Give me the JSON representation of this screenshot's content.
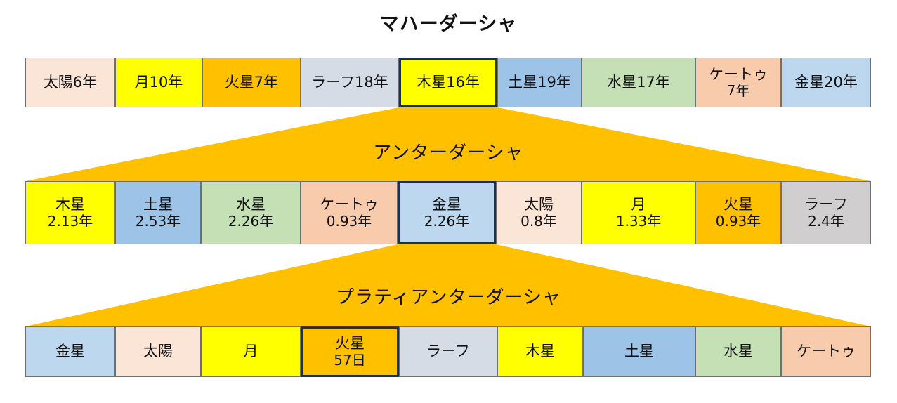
{
  "titles": {
    "mahadasha": "マハーダーシャ",
    "antardasha": "アンターダーシャ",
    "pratyantardasha": "プラティアンターダーシャ"
  },
  "colors": {
    "funnel": "#ffc000",
    "border": "#6f6f6f",
    "highlight_border": "#1f3149"
  },
  "mahadasha": [
    {
      "name": "太陽6年",
      "color": "#fbe5d6"
    },
    {
      "name": "月10年",
      "color": "#ffff00"
    },
    {
      "name": "火星7年",
      "color": "#ffc000"
    },
    {
      "name": "ラーフ18年",
      "color": "#d6dce5"
    },
    {
      "name": "木星16年",
      "color": "#ffff00",
      "selected": true
    },
    {
      "name": "土星19年",
      "color": "#9dc3e6"
    },
    {
      "name": "水星17年",
      "color": "#c5e0b4"
    },
    {
      "name": "ケートゥ",
      "sub": "7年",
      "color": "#f8cbad"
    },
    {
      "name": "金星20年",
      "color": "#bdd7ee"
    }
  ],
  "antardasha": [
    {
      "name": "木星",
      "sub": "2.13年",
      "color": "#ffff00"
    },
    {
      "name": "土星",
      "sub": "2.53年",
      "color": "#9dc3e6"
    },
    {
      "name": "水星",
      "sub": "2.26年",
      "color": "#c5e0b4"
    },
    {
      "name": "ケートゥ",
      "sub": "0.93年",
      "color": "#f8cbad"
    },
    {
      "name": "金星",
      "sub": "2.26年",
      "color": "#bdd7ee",
      "selected": true
    },
    {
      "name": "太陽",
      "sub": "0.8年",
      "color": "#fbe5d6"
    },
    {
      "name": "月",
      "sub": "1.33年",
      "color": "#ffff00"
    },
    {
      "name": "火星",
      "sub": "0.93年",
      "color": "#ffc000"
    },
    {
      "name": "ラーフ",
      "sub": "2.4年",
      "color": "#d0cece"
    }
  ],
  "pratyantardasha": [
    {
      "name": "金星",
      "color": "#bdd7ee"
    },
    {
      "name": "太陽",
      "color": "#fbe5d6"
    },
    {
      "name": "月",
      "color": "#ffff00"
    },
    {
      "name": "火星",
      "sub": "57日",
      "color": "#ffc000",
      "selected": true
    },
    {
      "name": "ラーフ",
      "color": "#d6dce5"
    },
    {
      "name": "木星",
      "color": "#ffff00"
    },
    {
      "name": "土星",
      "color": "#9dc3e6"
    },
    {
      "name": "水星",
      "color": "#c5e0b4"
    },
    {
      "name": "ケートゥ",
      "color": "#f8cbad"
    }
  ]
}
